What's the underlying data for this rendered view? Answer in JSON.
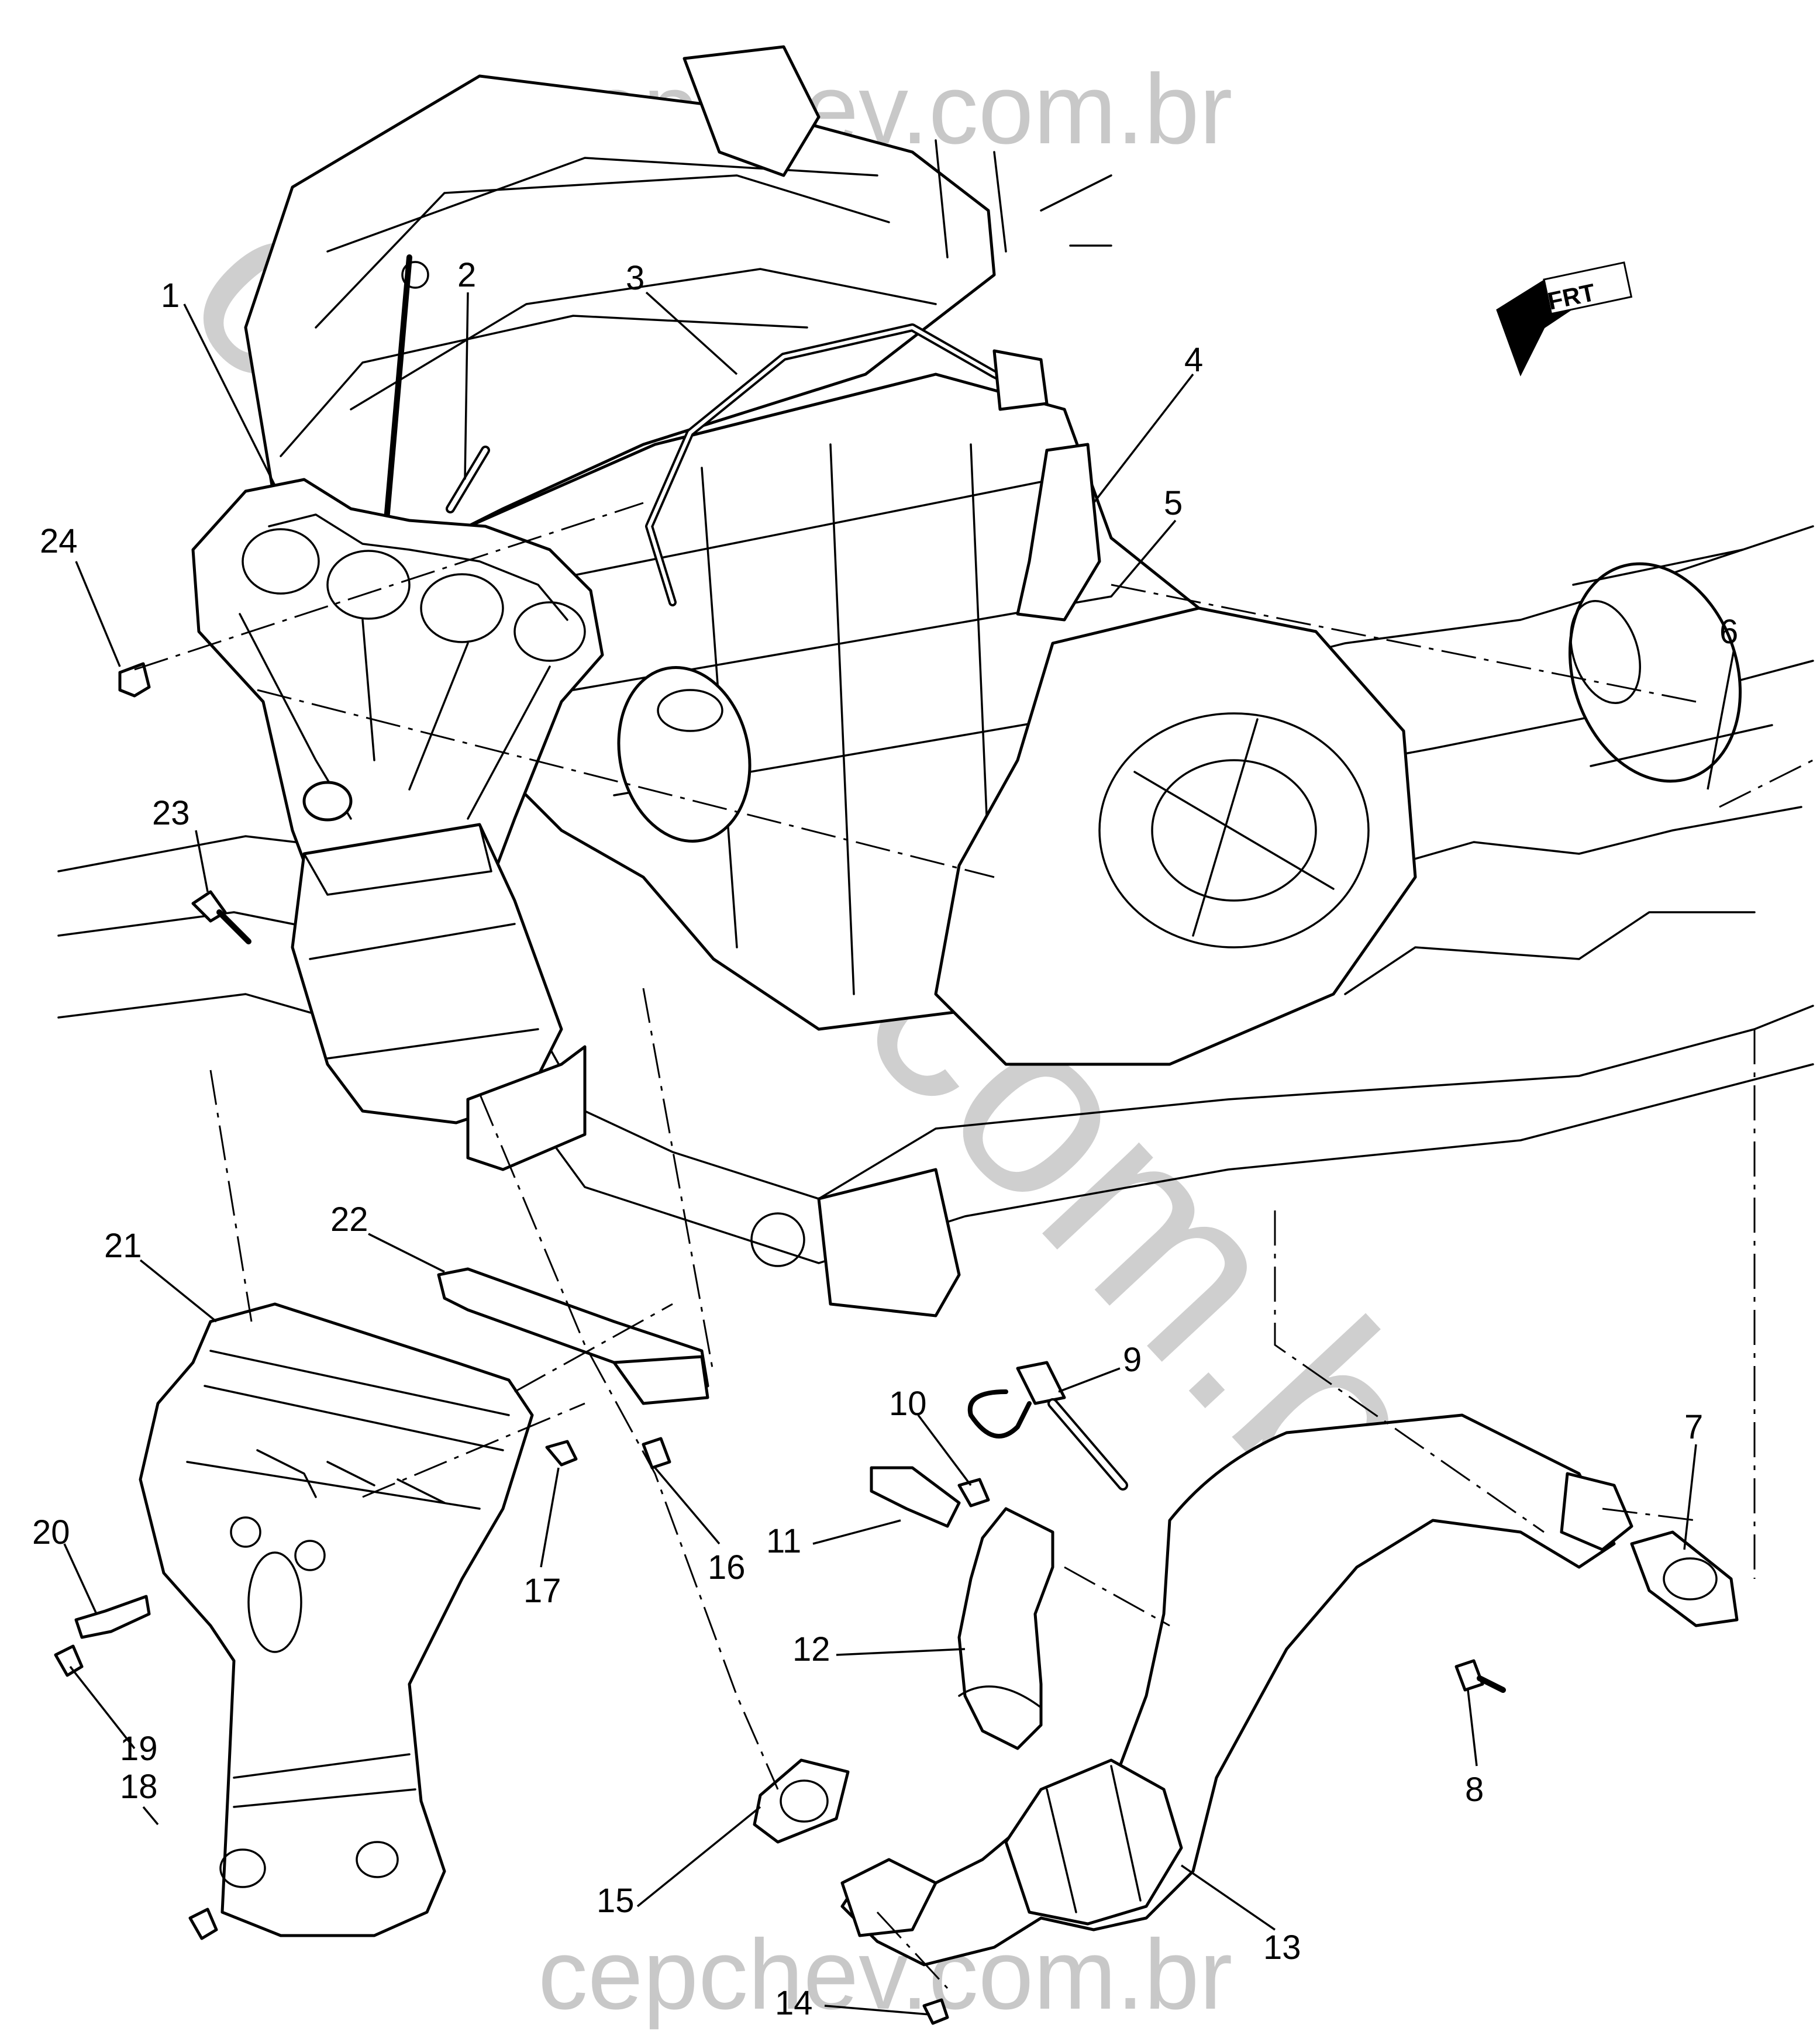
{
  "watermark": {
    "top": "cepchev.com.br",
    "bottom": "cepchev.com.br",
    "diagonal": "cepchev.com.br"
  },
  "orientation_badge": {
    "label": "FRT",
    "icon": "front-direction-arrow-icon"
  },
  "callouts": [
    "1",
    "2",
    "3",
    "4",
    "5",
    "6",
    "7",
    "8",
    "9",
    "10",
    "11",
    "12",
    "13",
    "14",
    "15",
    "16",
    "17",
    "18",
    "19",
    "20",
    "21",
    "22",
    "23",
    "24"
  ]
}
